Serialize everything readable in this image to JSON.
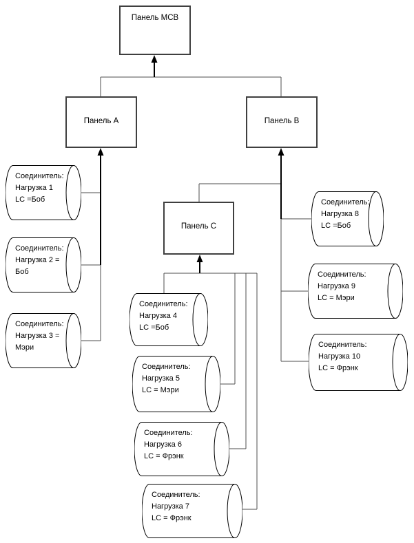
{
  "diagram": {
    "panels": {
      "mcb": {
        "label": "Панель МСВ"
      },
      "a": {
        "label": "Панель А"
      },
      "b": {
        "label": "Панель В"
      },
      "c": {
        "label": "Панель С"
      }
    },
    "connectors": [
      {
        "lines": [
          "Соединитель:",
          "Нагрузка 1",
          "LC =Боб"
        ]
      },
      {
        "lines": [
          "Соединитель:",
          "Нагрузка 2 =",
          "Боб"
        ]
      },
      {
        "lines": [
          "Соединитель:",
          "Нагрузка 3 =",
          "Мэри"
        ]
      },
      {
        "lines": [
          "Соединитель:",
          "Нагрузка 4",
          "LC =Боб"
        ]
      },
      {
        "lines": [
          "Соединитель:",
          "Нагрузка 5",
          "LC = Мэри"
        ]
      },
      {
        "lines": [
          "Соединитель:",
          "Нагрузка 6",
          "LC = Фрэнк"
        ]
      },
      {
        "lines": [
          "Соединитель:",
          "Нагрузка 7",
          "LC = Фрэнк"
        ]
      },
      {
        "lines": [
          "Соединитель:",
          "Нагрузка 8",
          "LC =Боб"
        ]
      },
      {
        "lines": [
          "Соединитель:",
          "Нагрузка 9",
          "LC = Мэри"
        ]
      },
      {
        "lines": [
          "Соединитель:",
          "Нагрузка 10",
          "LC = Фрэнк"
        ]
      }
    ],
    "colors": {
      "background": "#ffffff",
      "thin_line": "#4d4d4d",
      "arrow_line": "#000000",
      "box_border": "#3f3f3f",
      "node_fill": "#ffffff",
      "text": "#000000"
    }
  }
}
